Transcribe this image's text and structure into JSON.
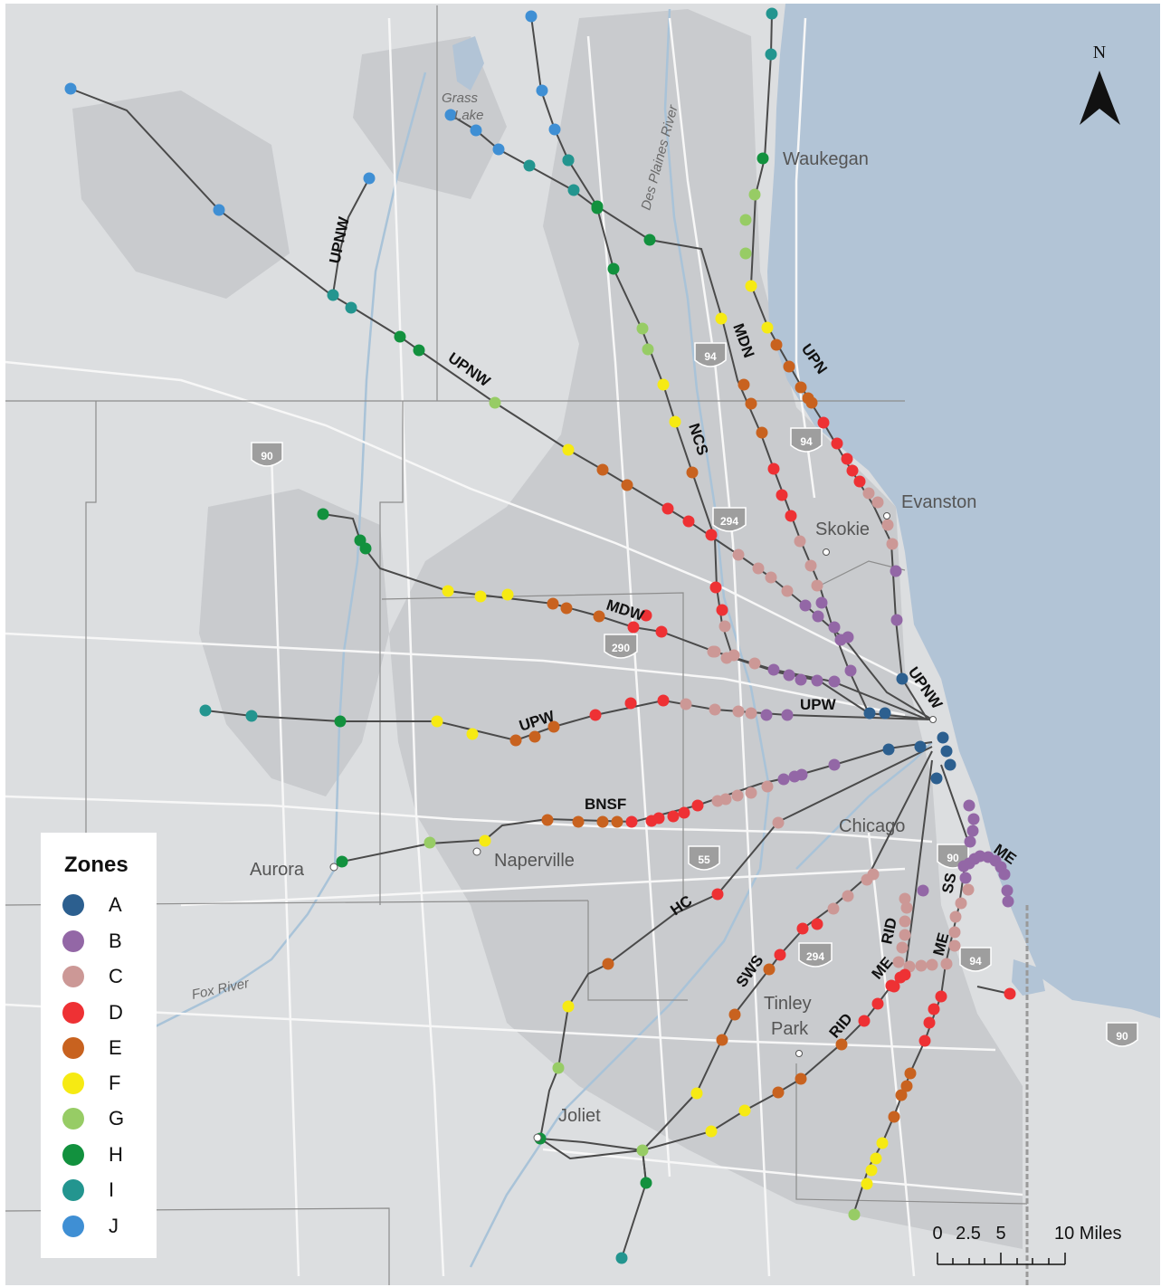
{
  "colors": {
    "land": "#dcdee0",
    "urban": "#c9cbce",
    "water": "#b2c4d6",
    "river": "#a9c3d8",
    "road": "#f7f7f7",
    "boundary": "#8d8d8d",
    "rail": "#4a4a4a",
    "shield": "#9e9e9e"
  },
  "legend": {
    "title": "Zones",
    "zones": [
      {
        "label": "A",
        "color": "#2c5f8f"
      },
      {
        "label": "B",
        "color": "#9367a6"
      },
      {
        "label": "C",
        "color": "#cc9896"
      },
      {
        "label": "D",
        "color": "#ee3134"
      },
      {
        "label": "E",
        "color": "#c8621f"
      },
      {
        "label": "F",
        "color": "#f6ea13"
      },
      {
        "label": "G",
        "color": "#97cc65"
      },
      {
        "label": "H",
        "color": "#12913e"
      },
      {
        "label": "I",
        "color": "#23958f"
      },
      {
        "label": "J",
        "color": "#3f8fd4"
      }
    ]
  },
  "places": {
    "waukegan": "Waukegan",
    "evanston": "Evanston",
    "skokie": "Skokie",
    "chicago": "Chicago",
    "naperville": "Naperville",
    "aurora": "Aurora",
    "tinley1": "Tinley",
    "tinley2": "Park",
    "joliet": "Joliet"
  },
  "water_labels": {
    "grass1": "Grass",
    "grass2": "Lake",
    "desplaines": "Des Plaines River",
    "fox": "Fox River"
  },
  "lines": {
    "upnw1": "UPNW",
    "upnw2": "UPNW",
    "upnw3": "UPNW",
    "mdn": "MDN",
    "upn": "UPN",
    "ncs": "NCS",
    "mdw": "MDW",
    "upw1": "UPW",
    "upw2": "UPW",
    "bnsf": "BNSF",
    "hc": "HC",
    "sws": "SWS",
    "rid1": "RID",
    "rid2": "RID",
    "me1": "ME",
    "me2": "ME",
    "me3": "ME",
    "ss": "SS"
  },
  "shields": [
    "94",
    "94",
    "90",
    "294",
    "290",
    "55",
    "90",
    "294",
    "94",
    "90"
  ],
  "scale": {
    "labels": [
      "0",
      "2.5",
      "5",
      "10 Miles"
    ]
  },
  "north": "N"
}
